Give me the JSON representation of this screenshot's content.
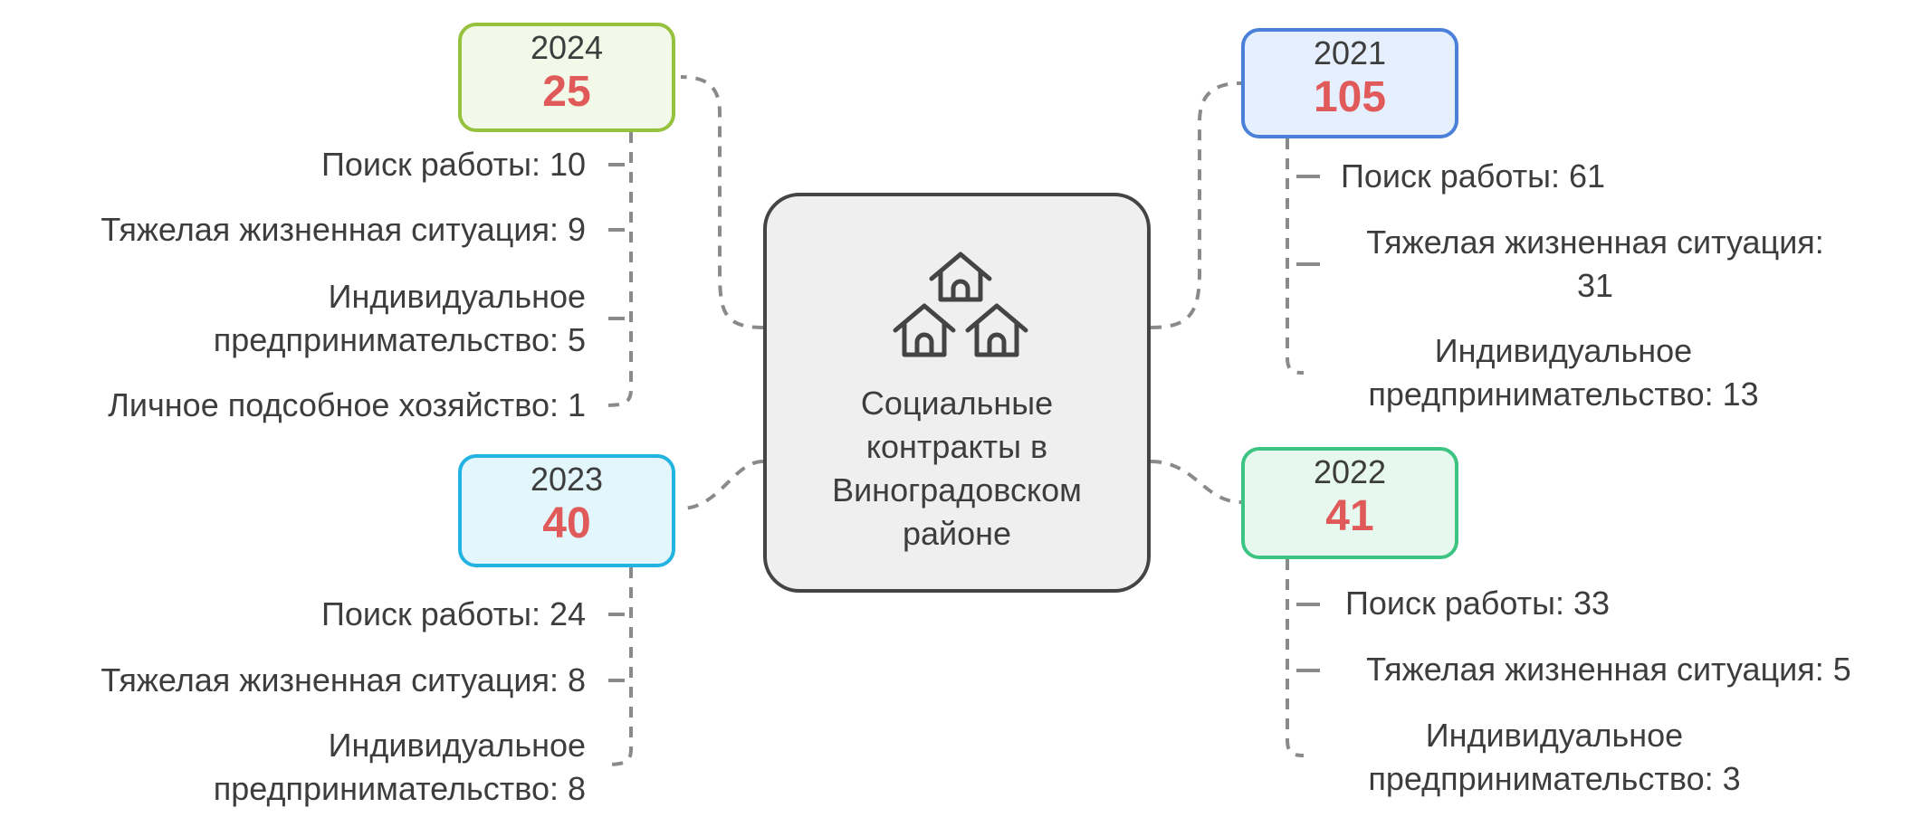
{
  "center": {
    "title": "Социальные\nконтракты в\nВиноградовском\nрайоне",
    "icon": "houses-icon"
  },
  "colors": {
    "total_number": "#e15a5a",
    "connector": "#8a8a8a",
    "center_border": "#444444",
    "center_fill": "#efefef"
  },
  "years": [
    {
      "year": "2024",
      "total": "25",
      "border": "#95c13d",
      "fill": "#f3f9e8",
      "items": [
        "Поиск работы: 10",
        "Тяжелая жизненная ситуация: 9",
        "Индивидуальное\nпредпринимательство: 5",
        "Личное подсобное хозяйство: 1"
      ]
    },
    {
      "year": "2021",
      "total": "105",
      "border": "#4a80d9",
      "fill": "#e5effd",
      "items": [
        "Поиск работы: 61",
        "Тяжелая жизненная ситуация:\n31",
        "Индивидуальное\nпредпринимательство: 13"
      ]
    },
    {
      "year": "2023",
      "total": "40",
      "border": "#22b3e2",
      "fill": "#e3f6fb",
      "items": [
        "Поиск работы: 24",
        "Тяжелая жизненная ситуация: 8",
        "Индивидуальное\nпредпринимательство: 8"
      ]
    },
    {
      "year": "2022",
      "total": "41",
      "border": "#3dc483",
      "fill": "#e7f8ef",
      "items": [
        "Поиск работы: 33",
        "Тяжелая жизненная ситуация: 5",
        "Индивидуальное\nпредпринимательство: 3"
      ]
    }
  ]
}
